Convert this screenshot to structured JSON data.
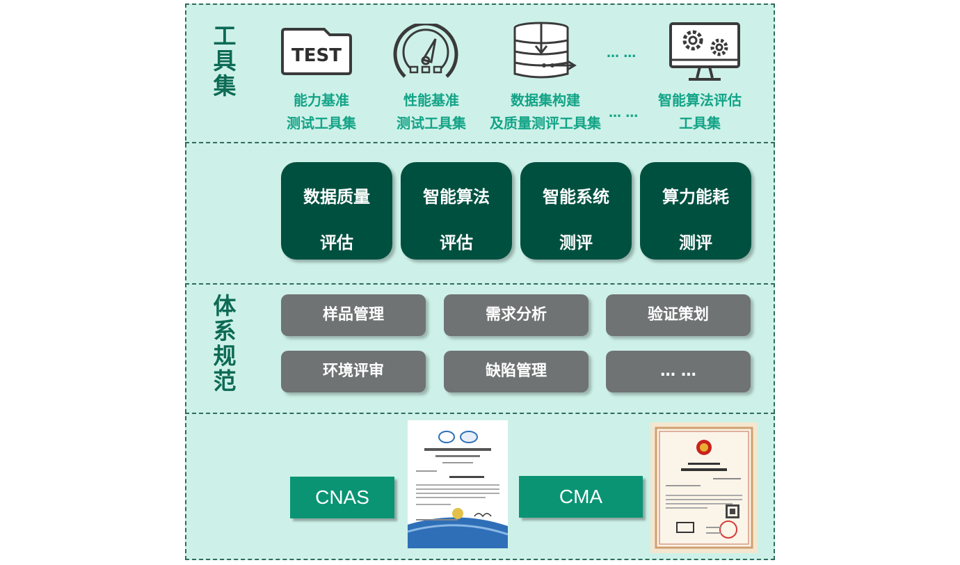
{
  "toolset": {
    "label": "工\n具\n集",
    "tools": [
      {
        "icon_text": "TEST",
        "label": "能力基准\n测试工具集"
      },
      {
        "label": "性能基准\n测试工具集"
      },
      {
        "label": "数据集构建\n及质量测评工具集"
      },
      {
        "label": "智能算法评估\n工具集"
      }
    ],
    "dots_top": "… …",
    "dots_mid": "… …"
  },
  "evaluation": {
    "items": [
      {
        "line1": "数据质量",
        "line2": "评估"
      },
      {
        "line1": "智能算法",
        "line2": "评估"
      },
      {
        "line1": "智能系统",
        "line2": "测评"
      },
      {
        "line1": "算力能耗",
        "line2": "测评"
      }
    ]
  },
  "system": {
    "label": "体\n系\n规\n范",
    "items": [
      "样品管理",
      "需求分析",
      "验证策划",
      "环境评审",
      "缺陷管理",
      "… …"
    ]
  },
  "certs": {
    "cnas": "CNAS",
    "cma": "CMA"
  },
  "colors": {
    "panel_bg": "#cdf1e8",
    "accent_text": "#12a386",
    "dark_green": "#005040",
    "gray_box": "#707373",
    "cert_green": "#0a9474"
  }
}
